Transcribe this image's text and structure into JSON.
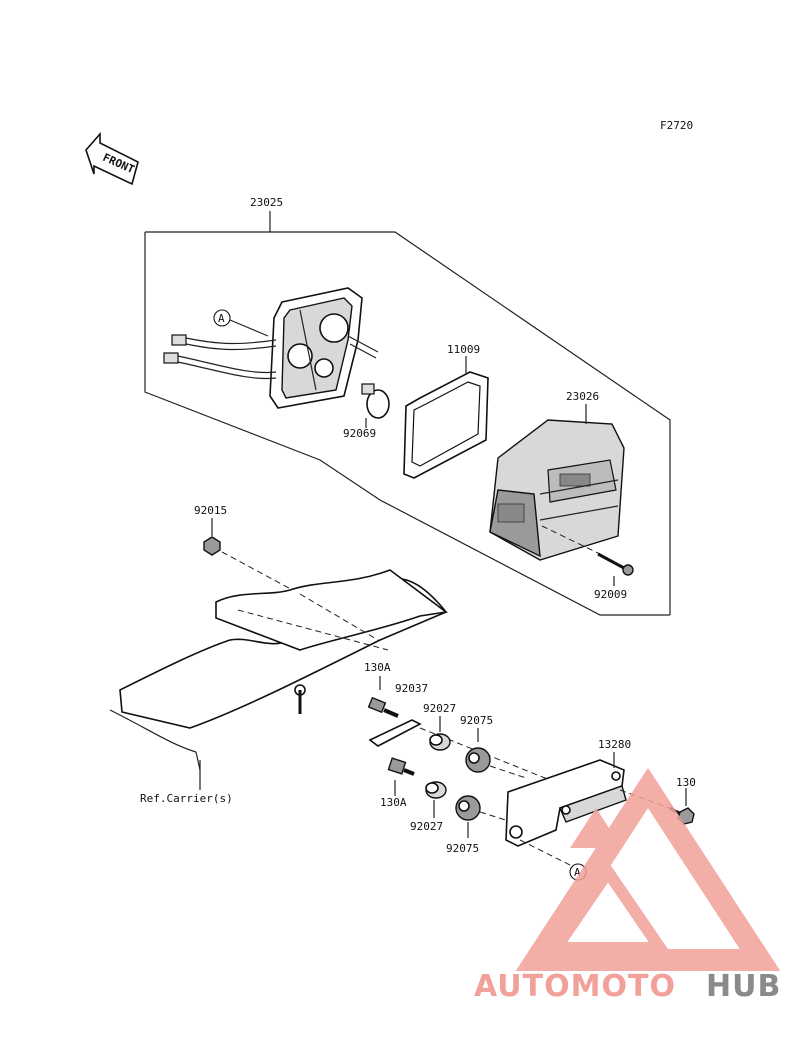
{
  "figure_code": "F2720",
  "front_label": "FRONT",
  "parts": {
    "tail_lamp_assy": "23025",
    "lamp_lens": "23026",
    "gasket": "11009",
    "bulb": "92069",
    "lens_screw": "92009",
    "nut": "92015",
    "bolt_a": "130A",
    "bolt_b": "130A",
    "bolt_small": "92037",
    "collar_upper": "92027",
    "collar_lower": "92027",
    "grommet_upper": "92075",
    "grommet_lower": "92075",
    "bracket": "13280",
    "bracket_bolt": "130"
  },
  "callout_a": "A",
  "ref_label": "Ref.Carrier(s)",
  "watermark": {
    "brand_part1": "AUTOMOTO",
    "brand_part2": "HUB",
    "color_primary": "#f2a19a",
    "color_accent": "#f5c46a",
    "color_text2": "#8a8a8a"
  }
}
